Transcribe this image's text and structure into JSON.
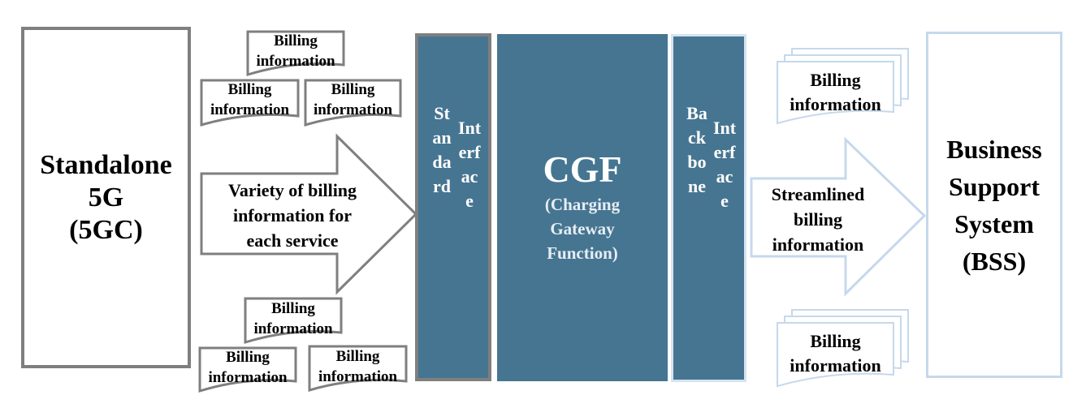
{
  "source": {
    "label": [
      "Standalone",
      "5G",
      "(5GC)"
    ]
  },
  "notes_top": [
    {
      "label": [
        "Billing",
        "information"
      ]
    },
    {
      "label": [
        "Billing",
        "information"
      ]
    },
    {
      "label": [
        "Billing",
        "information"
      ]
    }
  ],
  "notes_bottom": [
    {
      "label": [
        "Billing",
        "information"
      ]
    },
    {
      "label": [
        "Billing",
        "information"
      ]
    },
    {
      "label": [
        "Billing",
        "information"
      ]
    }
  ],
  "arrow_left": {
    "label": [
      "Variety of billing",
      "information for",
      "each service"
    ]
  },
  "standard_interface": {
    "col1": "Standard",
    "col2": "Interface"
  },
  "cgf": {
    "title": "CGF",
    "subtitle": [
      "(Charging",
      "Gateway",
      "Function)"
    ]
  },
  "backbone_interface": {
    "col1": "Backbone",
    "col2": "Interface"
  },
  "arrow_right": {
    "label": [
      "Streamlined",
      "billing",
      "information"
    ]
  },
  "stack_top": {
    "label": [
      "Billing",
      "information"
    ]
  },
  "stack_bottom": {
    "label": [
      "Billing",
      "information"
    ]
  },
  "target": {
    "label": [
      "Business",
      "Support",
      "System",
      "(BSS)"
    ]
  },
  "colors": {
    "column_fill": "#467591",
    "gray_border": "#7f7f7f",
    "light_blue_border": "#c6d8ec"
  }
}
